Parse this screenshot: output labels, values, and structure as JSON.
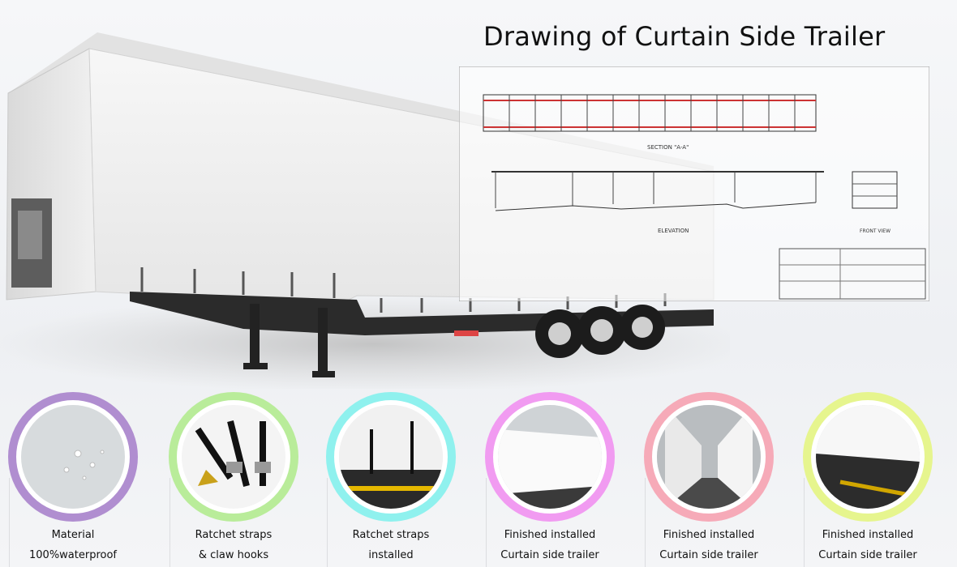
{
  "title": "Drawing of Curtain Side Trailer",
  "drawing": {
    "section_label": "SECTION \"A-A\"",
    "elevation_label": "ELEVATION",
    "front_view_label": "FRONT VIEW"
  },
  "features": [
    {
      "line1": "Material",
      "line2": "100%waterproof",
      "ring_color": "#b08ed0",
      "icon": "water-droplets-icon"
    },
    {
      "line1": "Ratchet straps",
      "line2": "& claw hooks",
      "ring_color": "#b9ec9a",
      "icon": "ratchet-strap-icon"
    },
    {
      "line1": "Ratchet straps",
      "line2": "installed",
      "ring_color": "#8ff1ee",
      "icon": "installed-strap-icon"
    },
    {
      "line1": "Finished installed",
      "line2": "Curtain side trailer",
      "ring_color": "#f19bf1",
      "icon": "trailer-side-icon"
    },
    {
      "line1": "Finished installed",
      "line2": "Curtain side trailer",
      "ring_color": "#f6aab8",
      "icon": "trailer-interior-icon"
    },
    {
      "line1": "Finished installed",
      "line2": "Curtain side trailer",
      "ring_color": "#e6f58e",
      "icon": "trailer-floor-icon"
    }
  ]
}
